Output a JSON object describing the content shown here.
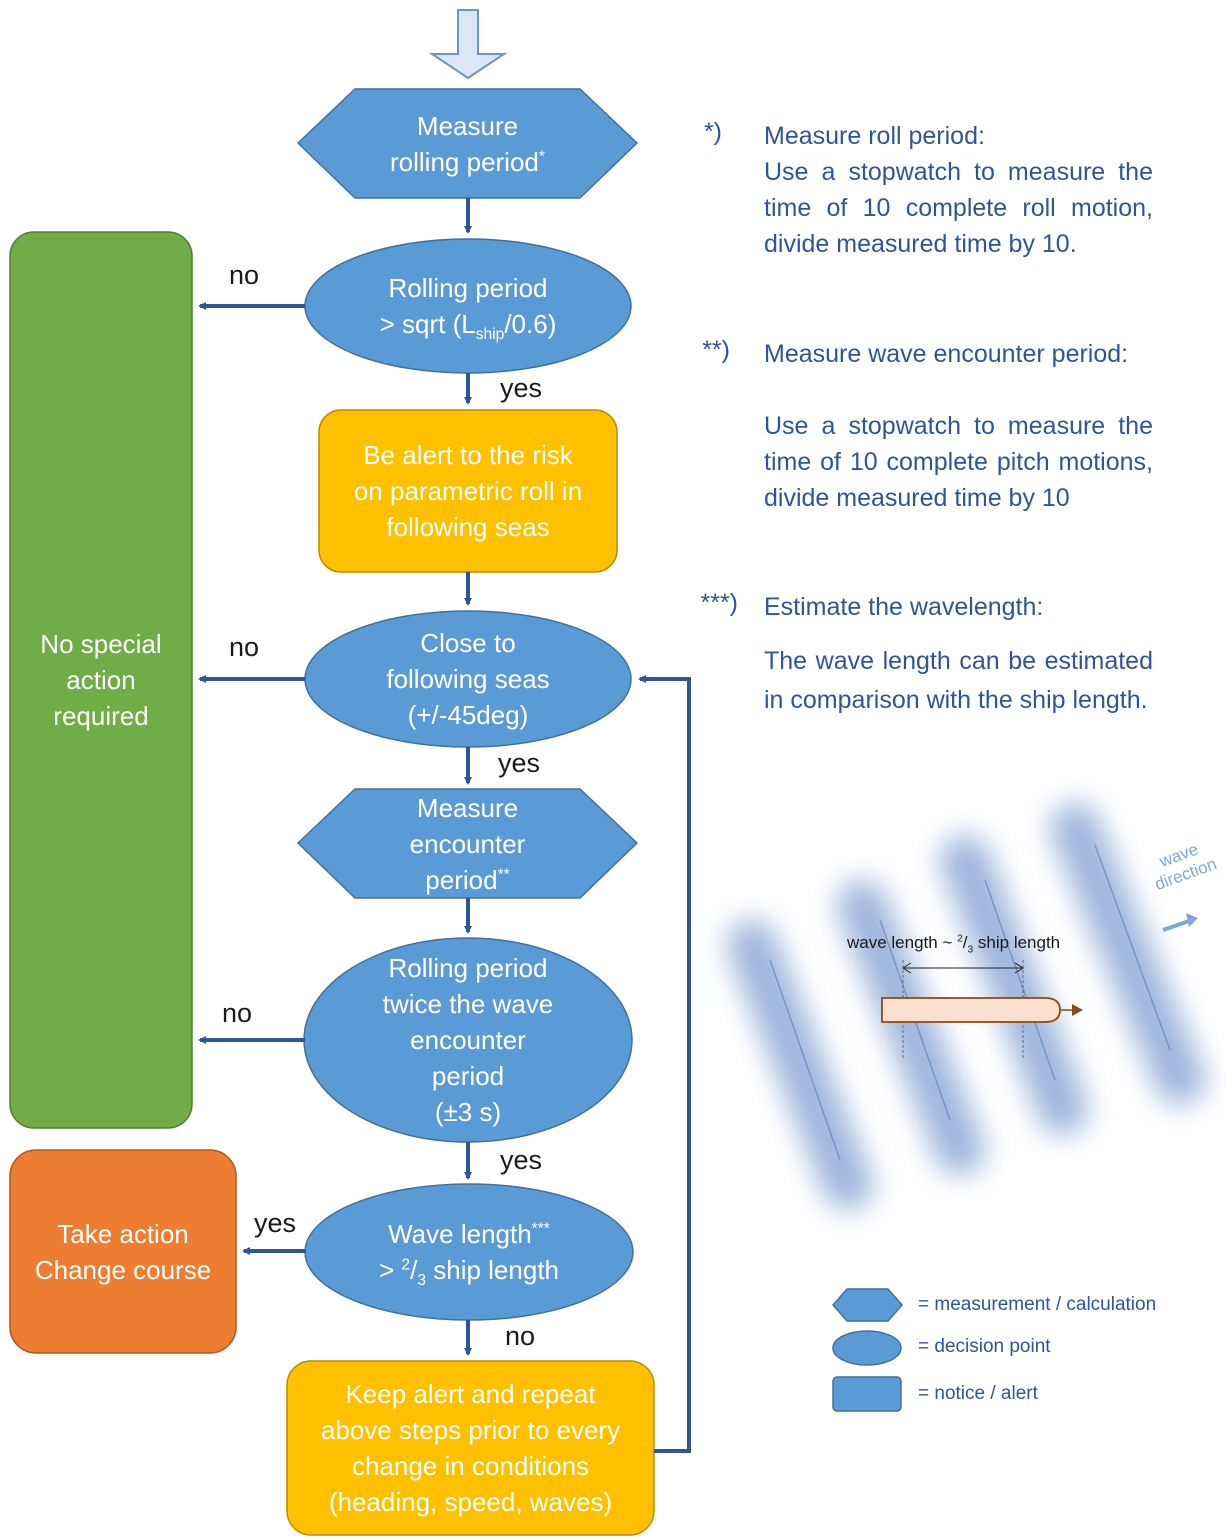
{
  "colors": {
    "process_blue": "#5b9bd5",
    "connector_blue": "#2f5597",
    "alert_yellow": "#ffc000",
    "no_action_green": "#70ad47",
    "take_action_orange": "#ed7d31",
    "text_blue": "#2f5597",
    "ship_fill": "#fbe0d0"
  },
  "nodes": {
    "measure_rolling": {
      "line1": "Measure",
      "line2_text": "rolling period",
      "line2_sup": "*"
    },
    "decision_rolling_period": {
      "line1": "Rolling period",
      "line2_pre": "> sqrt (L",
      "line2_sub": "ship",
      "line2_post": "/0.6)"
    },
    "alert_parametric_roll": {
      "line1": "Be alert to the risk",
      "line2": "on parametric roll in",
      "line3": "following seas"
    },
    "decision_following_seas": {
      "line1": "Close to",
      "line2": "following seas",
      "line3": "(+/-45deg)"
    },
    "measure_encounter": {
      "line1": "Measure",
      "line2": "encounter",
      "line3_text": "period",
      "line3_sup": "**"
    },
    "decision_twice_encounter": {
      "line1": "Rolling period",
      "line2": "twice the wave",
      "line3": "encounter",
      "line4": "period",
      "line5": "(±3 s)"
    },
    "decision_wave_length": {
      "line1_text": "Wave length",
      "line1_sup": "***",
      "line2_pre": "> ",
      "line2_sup": "2",
      "line2_mid": "/",
      "line2_sub": "3",
      "line2_post": " ship length"
    },
    "keep_alert": {
      "line1": "Keep alert and repeat",
      "line2": "above steps prior to every",
      "line3": "change in conditions",
      "line4": "(heading, speed, waves)"
    },
    "no_special_action": {
      "line1": "No special",
      "line2": "action",
      "line3": "required"
    },
    "take_action": {
      "line1": "Take action",
      "line2": "Change course"
    }
  },
  "edge_labels": {
    "no_1": "no",
    "yes_1": "yes",
    "no_2": "no",
    "yes_2": "yes",
    "no_3": "no",
    "yes_3": "yes",
    "yes_4": "yes",
    "no_4": "no"
  },
  "notes": {
    "note1": {
      "marker": "*)",
      "title": "Measure roll period:",
      "body": "Use a stopwatch to measure the time of 10 complete roll motion, divide measured time by 10."
    },
    "note2": {
      "marker": "**)",
      "title": "Measure wave encounter period:",
      "body": "Use a stopwatch to measure the time of 10 complete pitch motions, divide measured time by 10"
    },
    "note3": {
      "marker": "***)",
      "title": "Estimate the wavelength:",
      "body": "The wave length can be estimated in comparison with the ship length."
    }
  },
  "wave_illustration": {
    "label_pre": "wave length ~ ",
    "label_sup": "2",
    "label_mid": "/",
    "label_sub": "3",
    "label_post": " ship length",
    "direction_label_1": "wave",
    "direction_label_2": "direction"
  },
  "legend": {
    "measurement": "= measurement / calculation",
    "decision": "= decision point",
    "notice": "= notice / alert"
  }
}
